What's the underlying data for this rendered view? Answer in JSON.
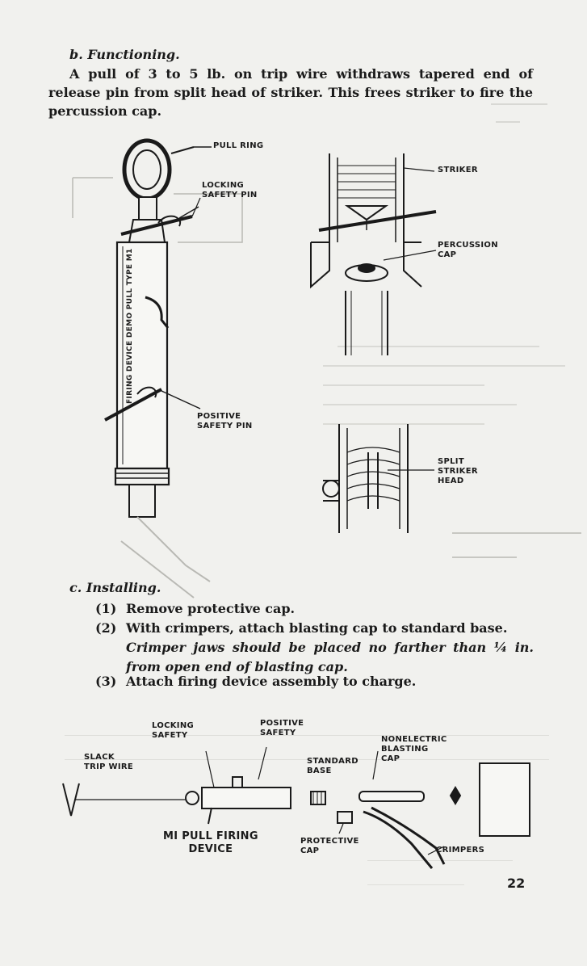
{
  "section_b": {
    "heading": "b. Functioning.",
    "paragraph": "A pull of 3 to 5 lb. on trip wire withdraws tapered end of release pin from split head of striker. This frees striker to fire the percussion cap."
  },
  "figure_top": {
    "labels": {
      "pull_ring": "PULL RING",
      "locking_safety_pin": "LOCKING\nSAFETY PIN",
      "positive_safety_pin": "POSITIVE\nSAFETY PIN",
      "device_marking": "FIRING DEVICE DEMO PULL TYPE M1",
      "striker": "STRIKER",
      "percussion_cap": "PERCUSSION\nCAP",
      "split_striker_head": "SPLIT\nSTRIKER\nHEAD"
    }
  },
  "section_c": {
    "heading": "c. Installing.",
    "steps": [
      {
        "num": "(1)",
        "text": "Remove protective cap."
      },
      {
        "num": "(2)",
        "text": "With crimpers, attach blasting cap to standard base.",
        "note": "Crimper jaws should be placed no farther than ¼ in. from open end of blasting cap."
      },
      {
        "num": "(3)",
        "text": "Attach firing device assembly to charge."
      }
    ]
  },
  "figure_bottom": {
    "labels": {
      "locking_safety": "LOCKING\nSAFETY",
      "positive_safety": "POSITIVE\nSAFETY",
      "slack_trip_wire": "SLACK\nTRIP WIRE",
      "standard_base": "STANDARD\nBASE",
      "nonelectric_blasting_cap": "NONELECTRIC\nBLASTING\nCAP",
      "m1_pull_firing_device": "MI PULL FIRING\nDEVICE",
      "protective_cap": "PROTECTIVE\nCAP",
      "crimpers": "CRIMPERS"
    }
  },
  "page_number": "22",
  "colors": {
    "paper": "#f1f1ee",
    "ink": "#1a1a1a",
    "bleed": "#b9b9b4"
  }
}
